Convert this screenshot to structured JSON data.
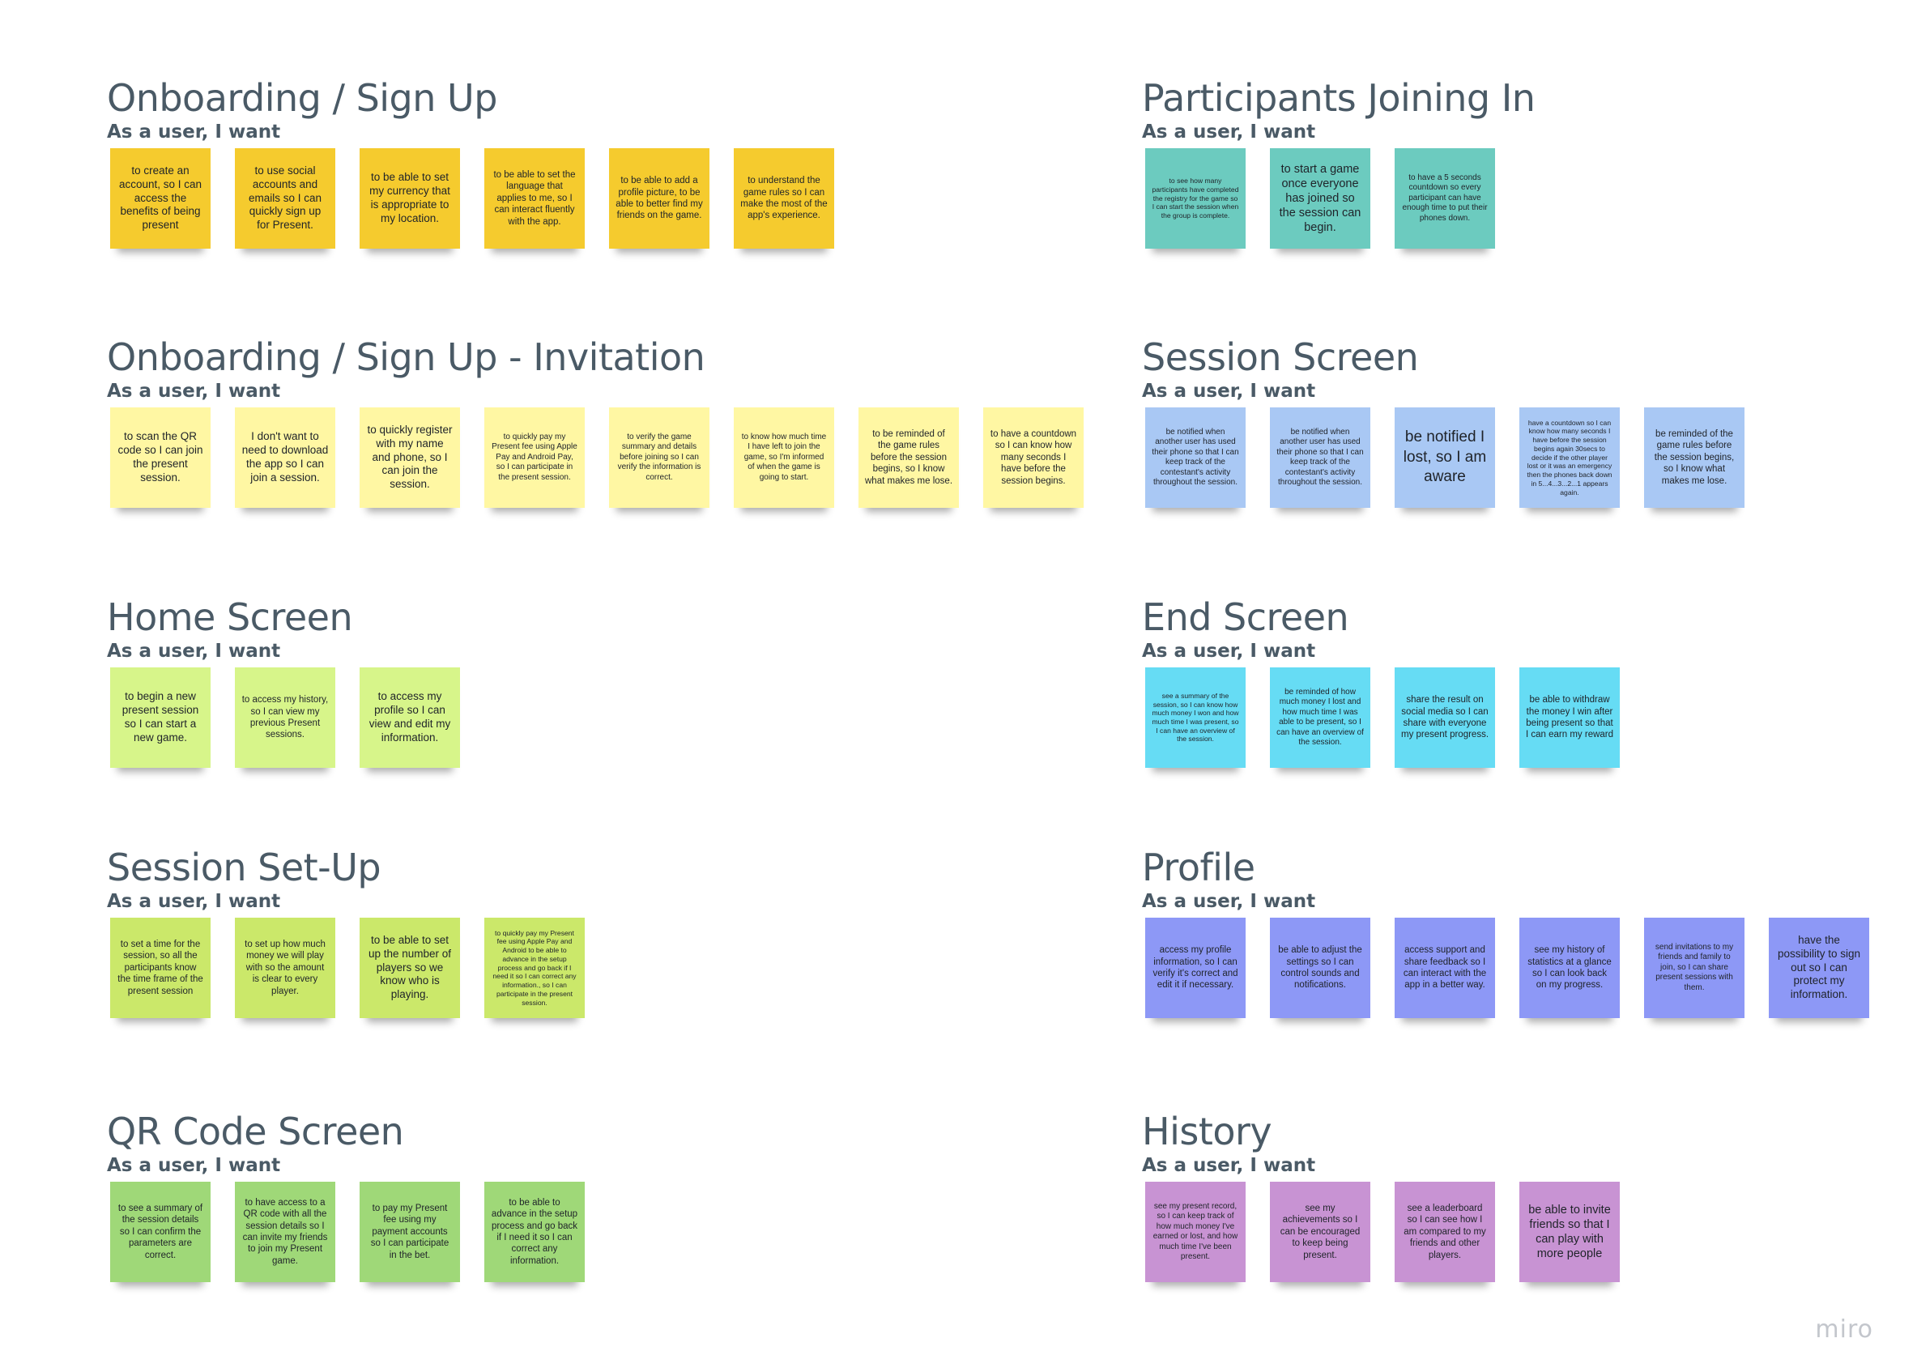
{
  "logo": "miro",
  "sections": [
    {
      "title": "Onboarding / Sign Up",
      "subtitle": "As a user, I want",
      "notes": [
        {
          "text": "to create an account, so I can access the benefits of being present",
          "color": "#f5cb2e"
        },
        {
          "text": "to use social accounts and emails so I can quickly sign up for Present.",
          "color": "#f5cb2e"
        },
        {
          "text": "to be able to set my currency that is appropriate to my location.",
          "color": "#f5cb2e"
        },
        {
          "text": "to be able to set the language that applies to me, so I can interact fluently with the app.",
          "color": "#f5cb2e"
        },
        {
          "text": "to be able to add a profile picture, to be able to better find my friends on the game.",
          "color": "#f5cb2e"
        },
        {
          "text": "to understand the game rules so I can make the most of the app's experience.",
          "color": "#f5cb2e"
        }
      ]
    },
    {
      "title": "Participants Joining In",
      "subtitle": "As a user, I want",
      "notes": [
        {
          "text": "to see how many participants have completed the registry for the game so I can start the session when the group is complete.",
          "color": "#6ccbbf"
        },
        {
          "text": "to start a game once everyone has joined so the session can begin.",
          "color": "#6ccbbf"
        },
        {
          "text": "to have a 5 seconds countdown so every participant can have enough time to put their phones down.",
          "color": "#6ccbbf"
        }
      ]
    },
    {
      "title": "Onboarding / Sign Up - Invitation",
      "subtitle": "As a user, I want",
      "notes": [
        {
          "text": "to scan the QR code so I can join the present session.",
          "color": "#fff7a3"
        },
        {
          "text": "I don't want to need to download the app so I can join a session.",
          "color": "#fff7a3"
        },
        {
          "text": "to quickly register with my name and phone, so I can join the session.",
          "color": "#fff7a3"
        },
        {
          "text": "to quickly pay my Present fee using Apple Pay and Android Pay, so I can participate in the present session.",
          "color": "#fff7a3"
        },
        {
          "text": "to verify the game summary and details before joining so I can verify the information is correct.",
          "color": "#fff7a3"
        },
        {
          "text": "to know how much time I have left to join the game, so I'm informed of when the game is going to start.",
          "color": "#fff7a3"
        },
        {
          "text": "to be reminded of the game rules before the session begins, so I know what makes me lose.",
          "color": "#fff7a3"
        },
        {
          "text": "to have a countdown so I can know how many seconds I have before the session begins.",
          "color": "#fff7a3"
        }
      ]
    },
    {
      "title": "Session Screen",
      "subtitle": "As a user, I want",
      "notes": [
        {
          "text": "be notified when another user has used their phone so that I can keep track of the contestant's activity throughout the session.",
          "color": "#a9c8f4"
        },
        {
          "text": "be notified when another user has used their phone so that I can keep track of the contestant's activity throughout the session.",
          "color": "#a9c8f4"
        },
        {
          "text": "be notified I lost, so I am aware",
          "color": "#a9c8f4"
        },
        {
          "text": "have a countdown so I can know how many seconds I have before the session begins again 30secs to decide if the other player lost or it was an emergency then the phones back down in 5...4...3...2...1 appears again.",
          "color": "#a9c8f4"
        },
        {
          "text": "be reminded of the game rules before the session begins, so I know what makes me lose.",
          "color": "#a9c8f4"
        }
      ]
    },
    {
      "title": "Home Screen",
      "subtitle": "As a user, I want",
      "notes": [
        {
          "text": "to begin a new present session so I can start a new game.",
          "color": "#d7f58a"
        },
        {
          "text": "to access my history, so I can view my previous Present sessions.",
          "color": "#d7f58a"
        },
        {
          "text": "to access my profile so I can view and edit my information.",
          "color": "#d7f58a"
        }
      ]
    },
    {
      "title": "End Screen",
      "subtitle": "As a user, I want",
      "notes": [
        {
          "text": "see a summary of the session, so I can know how much money I won and how much time I was present, so I can have an overview of the session.",
          "color": "#66dcf4"
        },
        {
          "text": "be reminded of how much money I lost and how much time I was able to be present, so I can have an overview of the session.",
          "color": "#66dcf4"
        },
        {
          "text": "share the result on social media so I can share with everyone my present progress.",
          "color": "#66dcf4"
        },
        {
          "text": "be able to withdraw the money I win after being present so that I can earn my reward",
          "color": "#66dcf4"
        }
      ]
    },
    {
      "title": "Session Set-Up",
      "subtitle": "As a user, I want",
      "notes": [
        {
          "text": "to set a time for the session, so all the participants know the time frame of the present session",
          "color": "#cbe86a"
        },
        {
          "text": "to set up how much money we will play with so the amount is clear to every player.",
          "color": "#cbe86a"
        },
        {
          "text": "to be able to set up the number of players so we know who is playing.",
          "color": "#cbe86a"
        },
        {
          "text": "to quickly pay my Present fee using Apple Pay and Android to be able to advance in the setup process and go back if I need it so I can correct any information., so I can participate in the present session.",
          "color": "#cbe86a"
        }
      ]
    },
    {
      "title": "Profile",
      "subtitle": "As a user, I want",
      "notes": [
        {
          "text": "access my profile information, so I can verify it's correct and edit it if necessary.",
          "color": "#8d98f6"
        },
        {
          "text": "be able to adjust the settings so I can control sounds and notifications.",
          "color": "#8d98f6"
        },
        {
          "text": "access support and share feedback so I can interact with the app in a better way.",
          "color": "#8d98f6"
        },
        {
          "text": "see my history of statistics at a glance so I can look back on my progress.",
          "color": "#8d98f6"
        },
        {
          "text": "send invitations to my friends and family to join, so I can share present sessions with them.",
          "color": "#8d98f6"
        },
        {
          "text": "have the possibility to sign out so I can protect my information.",
          "color": "#8d98f6"
        }
      ]
    },
    {
      "title": "QR Code Screen",
      "subtitle": "As a user, I want",
      "notes": [
        {
          "text": "to see a summary of the session details so I can confirm the parameters are correct.",
          "color": "#9fd878"
        },
        {
          "text": "to have access to a QR code with all the session details so I can invite my friends to join my Present game.",
          "color": "#9fd878"
        },
        {
          "text": "to pay my Present fee using my payment accounts so I can participate in the bet.",
          "color": "#9fd878"
        },
        {
          "text": "to be able to advance in the setup process and go back if I need it so I can correct any information.",
          "color": "#9fd878"
        }
      ]
    },
    {
      "title": "History",
      "subtitle": "As a user, I want",
      "notes": [
        {
          "text": "see my present record, so I can keep track of how much money I've earned or lost, and how much time I've been present.",
          "color": "#c893d3"
        },
        {
          "text": "see my achievements so I can be encouraged to keep being present.",
          "color": "#c893d3"
        },
        {
          "text": "see a leaderboard so I can see how I am compared to my friends and other players.",
          "color": "#c893d3"
        },
        {
          "text": "be able to invite friends so that I can play with more people",
          "color": "#c893d3"
        }
      ]
    }
  ]
}
